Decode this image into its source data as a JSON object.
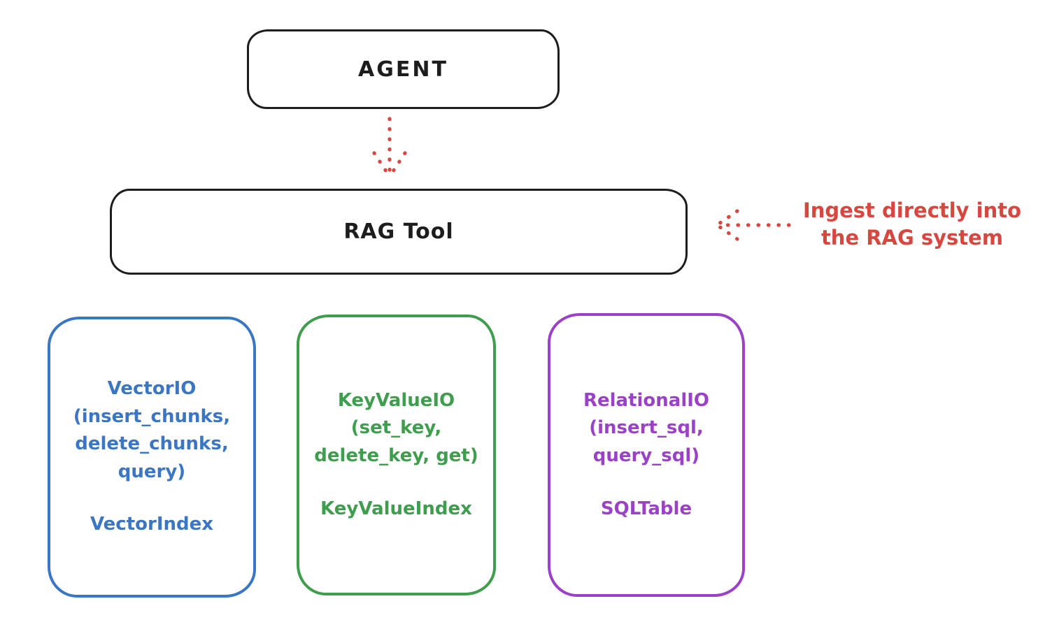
{
  "colors": {
    "background": "#ffffff",
    "ink": "#1d1d1d",
    "red": "#d5473f",
    "blue": "#3a76c4",
    "green": "#3f9e4d",
    "purple": "#9a41c8"
  },
  "diagram": {
    "agent": {
      "label": "AGENT"
    },
    "rag_tool": {
      "label": "RAG Tool"
    },
    "annotation": {
      "text": "Ingest directly into\nthe RAG system"
    },
    "arrows": {
      "agent_to_rag": "dotted red arrow pointing down from AGENT to RAG Tool",
      "annotation_to_rag": "dotted red arrow pointing left from annotation toward RAG Tool"
    },
    "cards": {
      "vector": {
        "io": "VectorIO\n(insert_chunks,\ndelete_chunks,\nquery)",
        "index": "VectorIndex",
        "color": "#3a76c4"
      },
      "keyvalue": {
        "io": "KeyValueIO\n(set_key,\ndelete_key, get)",
        "index": "KeyValueIndex",
        "color": "#3f9e4d"
      },
      "relational": {
        "io": "RelationalIO\n(insert_sql,\nquery_sql)",
        "index": "SQLTable",
        "color": "#9a41c8"
      }
    }
  }
}
